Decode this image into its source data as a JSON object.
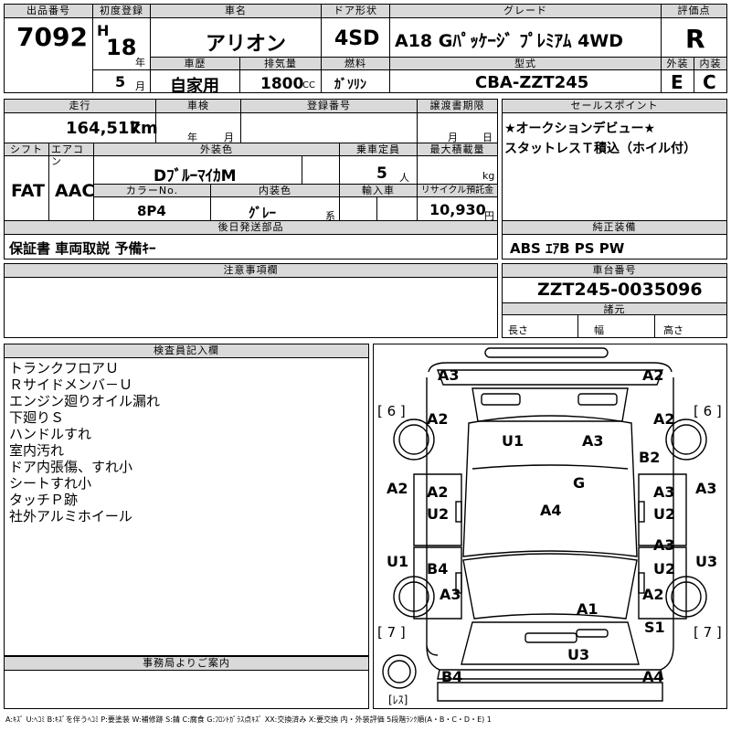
{
  "header": {
    "lot_label": "出品番号",
    "lot_no": "7092",
    "first_reg_label": "初度登録",
    "era": "H",
    "year": "18",
    "year_unit": "年",
    "month": "5",
    "month_unit": "月",
    "car_name_label": "車名",
    "car_name": "アリオン",
    "door_label": "ドア形状",
    "door": "4SD",
    "grade_label": "グレード",
    "grade": "A18 Gﾊﾟｯｹｰｼﾞ ﾌﾟﾚﾐｱﾑ 4WD",
    "score_label": "評価点",
    "score": "R",
    "history_label": "車歴",
    "history": "自家用",
    "displacement_label": "排気量",
    "displacement": "1800",
    "displacement_unit": "CC",
    "fuel_label": "燃料",
    "fuel": "ｶﾞｿﾘﾝ",
    "model_label": "型式",
    "model": "CBA-ZZT245",
    "ext_label": "外装",
    "ext_grade": "E",
    "int_label": "内装",
    "int_grade": "C"
  },
  "row2": {
    "mileage_label": "走行",
    "mileage": "164,517",
    "mileage_unit": "km",
    "inspection_label": "車検",
    "insp_year_unit": "年",
    "insp_month_unit": "月",
    "reg_no_label": "登録番号",
    "transfer_label": "譲渡書期限",
    "transfer_month_unit": "月",
    "transfer_day_unit": "日",
    "shift_label": "シフト",
    "shift": "FAT",
    "ac_label": "エアコン",
    "ac": "AAC",
    "color_label": "外装色",
    "color": "DﾌﾞﾙｰﾏｲｶM",
    "capacity_label": "乗車定員",
    "capacity": "5",
    "capacity_unit": "人",
    "load_label": "最大積載量",
    "load_unit": "kg",
    "color_no_label": "カラーNo.",
    "color_no": "8P4",
    "interior_color_label": "内装色",
    "interior_color": "ｸﾞﾚｰ",
    "interior_suffix": "系",
    "import_label": "輸入車",
    "recycle_label": "リサイクル預託金",
    "recycle": "10,930",
    "recycle_unit": "円"
  },
  "sales_point": {
    "label": "セールスポイント",
    "line1": "★オークションデビュー★",
    "line2": "スタットレスＴ積込（ホイル付）"
  },
  "later_parts": {
    "label": "後日発送部品",
    "text": "保証書 車両取説 予備ｷｰ"
  },
  "genuine": {
    "label": "純正装備",
    "text": "ABS ｴｱB PS PW"
  },
  "notes": {
    "label": "注意事項欄"
  },
  "chassis": {
    "label": "車台番号",
    "value": "ZZT245-0035096",
    "dims_label": "諸元",
    "length_label": "長さ",
    "width_label": "幅",
    "height_label": "高さ"
  },
  "inspector": {
    "label": "検査員記入欄",
    "lines": [
      "トランクフロアＵ",
      "Ｒサイドメンバ－Ｕ",
      "エンジン廻りオイル漏れ",
      "下廻りＳ",
      "ハンドルすれ",
      "室内汚れ",
      "ドア内張傷、すれ小",
      "シートすれ小",
      "タッチＰ跡",
      "社外アルミホイール"
    ]
  },
  "office": {
    "label": "事務局よりご案内"
  },
  "diagram": {
    "tire_fl": "[ 6 ]",
    "tire_fr": "[ 6 ]",
    "tire_rl": "[ 7 ]",
    "tire_rr": "[ 7 ]",
    "spare": "[ﾚｽ]",
    "marks": {
      "rear_l": "A3",
      "rear_r": "A2",
      "q_l": "A2",
      "q_r": "A2",
      "trunk_l": "U1",
      "trunk_r": "A3",
      "b2": "B2",
      "glass": "G",
      "side_l": "A2",
      "side_r": "A3",
      "rdoor_l": "A2",
      "rdoor_l2": "U2",
      "rdoor_r": "A3",
      "rdoor_r2": "U2",
      "roof": "A4",
      "fdoor_l": "B4",
      "fdoor_r": "A3",
      "fdoor_r2": "U2",
      "sill_l": "U1",
      "sill_r": "U3",
      "fender_l": "A3",
      "fender_r": "A2",
      "hood": "A1",
      "s1": "S1",
      "bumper": "U3",
      "front_l": "B4",
      "front_r": "A4"
    }
  },
  "footer": {
    "legend": "A:ｷｽﾞ U:ﾍｺﾐ B:ｷｽﾞを伴うﾍｺﾐ P:要塗装 W:補修跡 S:錆 C:腐食 G:ﾌﾛﾝﾄｶﾞﾗｽ点ｷｽﾞ XX:交換済み X:要交換 内・外装評価 5段階ﾗﾝｸ順(A・B・C・D・E) 1"
  }
}
